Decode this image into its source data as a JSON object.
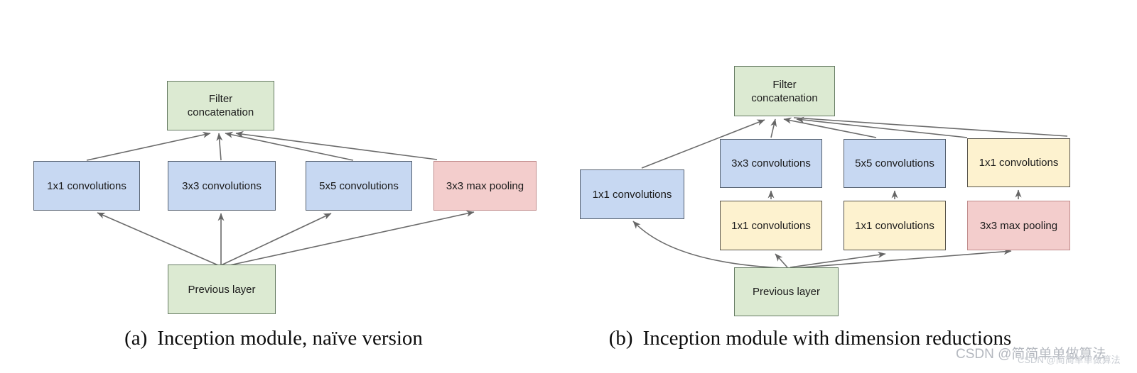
{
  "figure": {
    "diagram_a": {
      "caption": {
        "label": "(a)",
        "text": "Inception module, naïve version"
      },
      "nodes": {
        "filter_concat": "Filter\nconcatenation",
        "conv1x1": "1x1 convolutions",
        "conv3x3": "3x3 convolutions",
        "conv5x5": "5x5 convolutions",
        "maxpool": "3x3 max pooling",
        "previous": "Previous layer"
      }
    },
    "diagram_b": {
      "caption": {
        "label": "(b)",
        "text": "Inception module with dimension reductions"
      },
      "nodes": {
        "filter_concat": "Filter\nconcatenation",
        "conv1x1_left": "1x1 convolutions",
        "conv3x3": "3x3 convolutions",
        "conv5x5": "5x5 convolutions",
        "conv1x1_right": "1x1 convolutions",
        "reduce1x1_left": "1x1 convolutions",
        "reduce1x1_mid": "1x1 convolutions",
        "maxpool": "3x3 max pooling",
        "previous": "Previous layer"
      }
    },
    "colors": {
      "green_fill": "#dcead2",
      "blue_fill": "#c7d8f2",
      "yellow_fill": "#fdf2cf",
      "red_fill": "#f3cdcc",
      "arrow": "#666666"
    },
    "watermark": {
      "text": "CSDN @简简单单做算法"
    }
  }
}
